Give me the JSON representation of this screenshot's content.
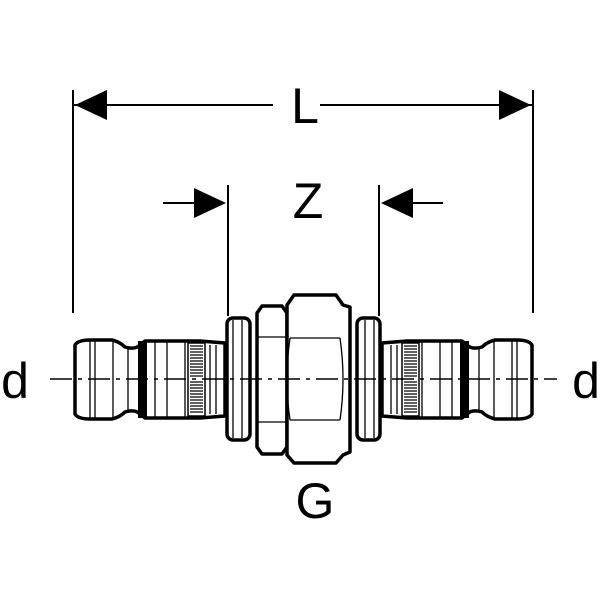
{
  "labels": {
    "length": "L",
    "insertion": "Z",
    "diameter_left": "d",
    "diameter_right": "d",
    "thread": "G"
  },
  "colors": {
    "line": "#000000",
    "background": "#ffffff"
  }
}
